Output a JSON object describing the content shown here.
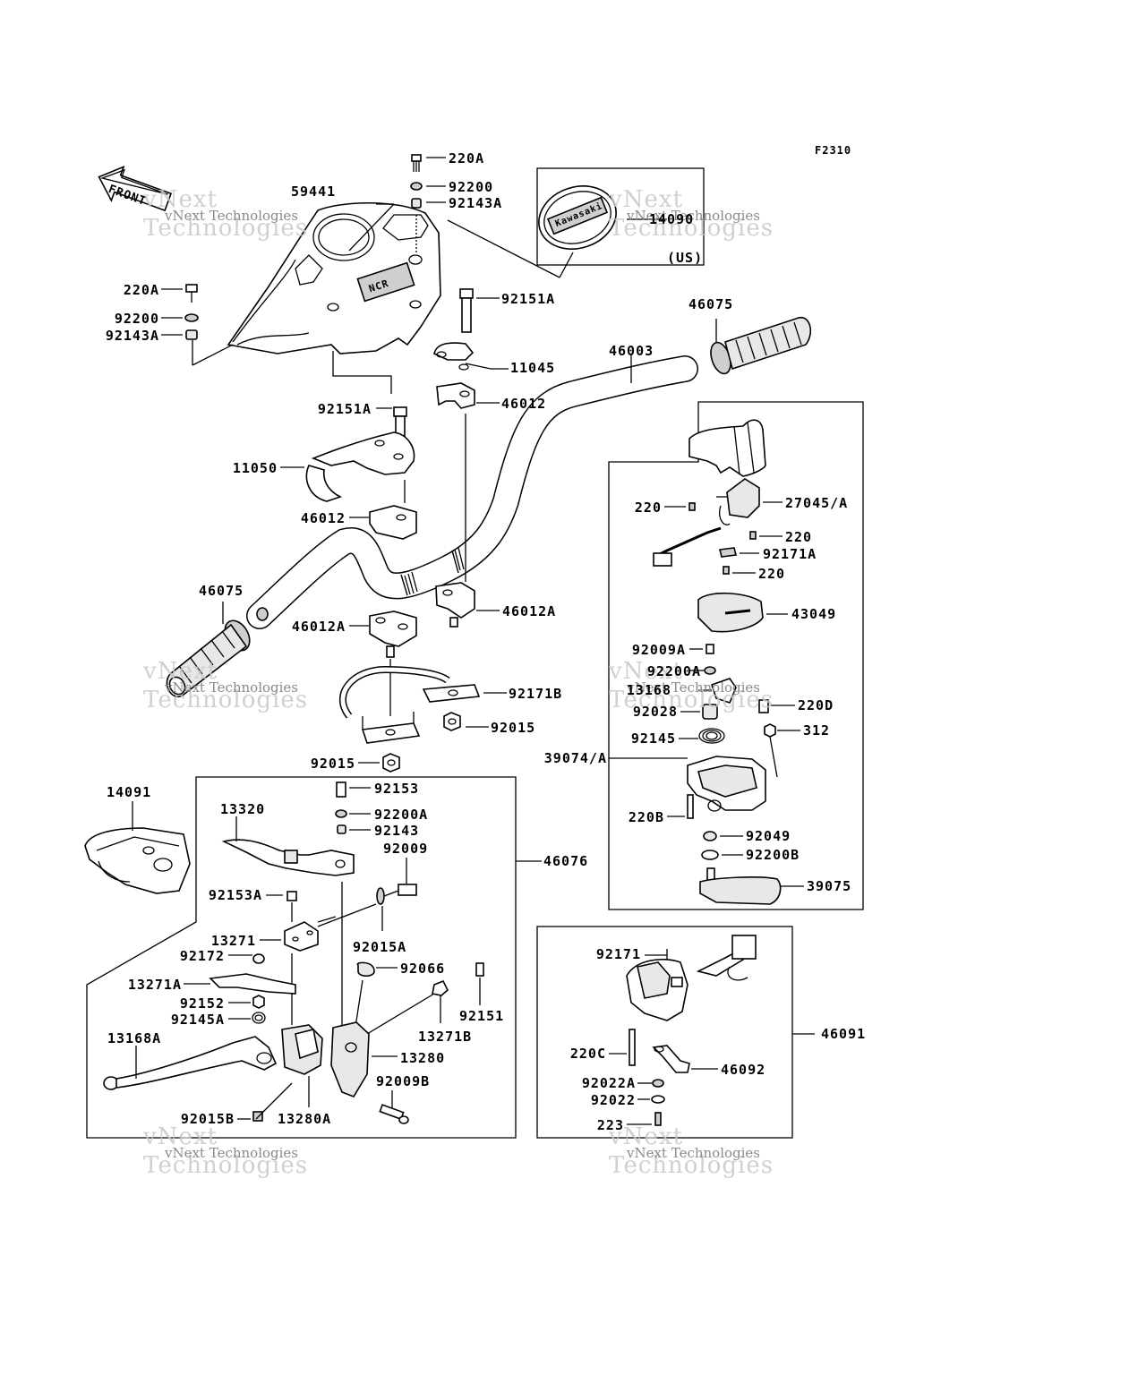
{
  "figure_code": "F2310",
  "front_label": "FRONT",
  "us_label": "(US)",
  "emblem_text": "Kawasaki",
  "meter_text": "NCR",
  "watermark": {
    "company": "vNext Technologies",
    "big_a": "vNext",
    "big_b": "Technologies"
  },
  "labels": {
    "p220A_top": "220A",
    "p92200_top": "92200",
    "p92143A_top": "92143A",
    "p59441": "59441",
    "p14090": "14090",
    "p220A_left": "220A",
    "p92200_left": "92200",
    "p92143A_left": "92143A",
    "p92151A_r": "92151A",
    "p46075_r": "46075",
    "p46003": "46003",
    "p11045": "11045",
    "p46012_r": "46012",
    "p92151A_l": "92151A",
    "p11050": "11050",
    "p46012_l": "46012",
    "p46075_l": "46075",
    "p46012A_l": "46012A",
    "p46012A_r": "46012A",
    "p92171B": "92171B",
    "p92015_a": "92015",
    "p92015_b": "92015",
    "p220_a": "220",
    "p27045A": "27045/A",
    "p220_b": "220",
    "p92171A": "92171A",
    "p220_c": "220",
    "p43049": "43049",
    "p92009A": "92009A",
    "p92200A_r": "92200A",
    "p13168": "13168",
    "p220D": "220D",
    "p92028": "92028",
    "p92145": "92145",
    "p312": "312",
    "p39074A": "39074/A",
    "p220B": "220B",
    "p92049": "92049",
    "p92200B": "92200B",
    "p39075": "39075",
    "p14091": "14091",
    "p92153": "92153",
    "p92200A_m": "92200A",
    "p92143": "92143",
    "p13320": "13320",
    "p92009": "92009",
    "p46076": "46076",
    "p92153A": "92153A",
    "p92015A": "92015A",
    "p13271": "13271",
    "p92172": "92172",
    "p92066": "92066",
    "p13271A": "13271A",
    "p92151": "92151",
    "p92152": "92152",
    "p92145A": "92145A",
    "p13271B": "13271B",
    "p13168A": "13168A",
    "p13280": "13280",
    "p92009B": "92009B",
    "p92015B": "92015B",
    "p13280A": "13280A",
    "p92171": "92171",
    "p46091": "46091",
    "p220C": "220C",
    "p46092": "46092",
    "p92022A": "92022A",
    "p92022": "92022",
    "p223": "223"
  }
}
